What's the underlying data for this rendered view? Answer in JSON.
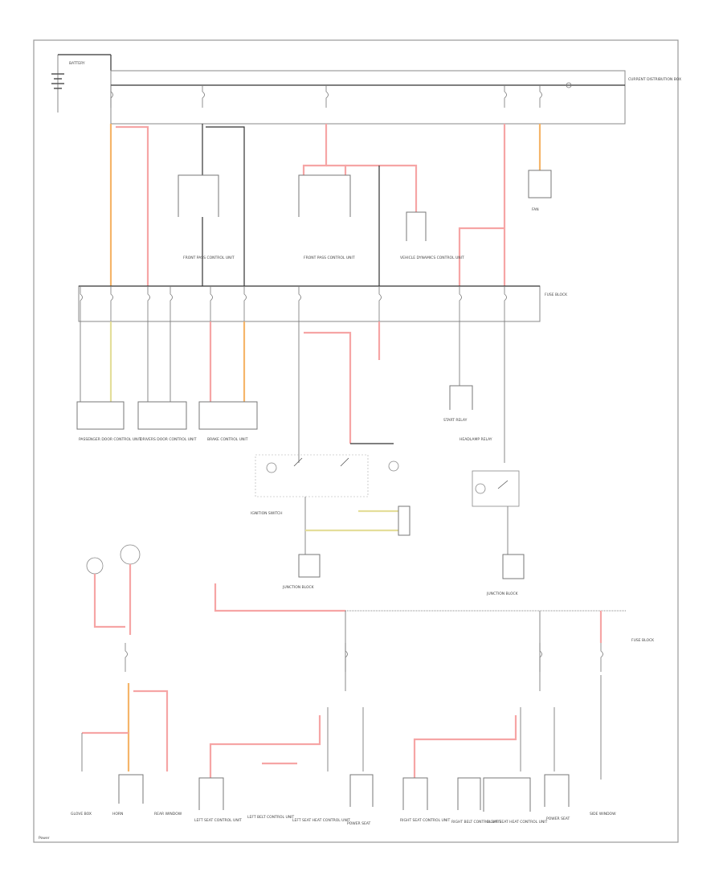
{
  "diagram": {
    "border_color": "#999999",
    "wire_colors": {
      "red": "#f6a5a5",
      "orange": "#f5b56a",
      "yellow": "#e4de9a",
      "black": "#333333"
    },
    "labels": {
      "battery": "BATTERY",
      "fuse_link_box": "CURRENT DISTRIBUTION BOX",
      "fuse_block": "FUSE BLOCK",
      "front_pass_control": "FRONT PASS CONTROL UNIT",
      "front_pass_control_2": "FRONT PASS CONTROL UNIT",
      "vehicle_dynamics": "VEHICLE DYNAMICS CONTROL UNIT",
      "heater": "FAN",
      "passenger_door": "PASSENGER DOOR CONTROL UNIT",
      "drivers_door": "DRIVERS DOOR CONTROL UNIT",
      "brake_control": "BRAKE CONTROL UNIT",
      "ignition_switch": "IGNITION SWITCH",
      "start_relay": "START RELAY",
      "junction_block_left": "JUNCTION BLOCK",
      "junction_block_right": "JUNCTION BLOCK",
      "horn": "HORN",
      "headlamp_relay": "HEADLAMP RELAY",
      "left_seat_control": "LEFT SEAT CONTROL UNIT",
      "left_belt_control": "LEFT BELT CONTROL UNIT",
      "left_seat_heat": "LEFT SEAT HEAT CONTROL UNIT",
      "right_seat_control": "RIGHT SEAT CONTROL UNIT",
      "right_belt_control": "RIGHT BELT CONTROL UNIT",
      "right_seat_heat": "RIGHT SEAT HEAT CONTROL UNIT",
      "power_seat_left": "POWER SEAT",
      "power_seat_right": "POWER SEAT",
      "glove_box": "GLOVE BOX",
      "rear_window": "REAR WINDOW",
      "side_window": "SIDE WINDOW",
      "fuse_block_2": "FUSE BLOCK",
      "footer": "Power"
    }
  }
}
